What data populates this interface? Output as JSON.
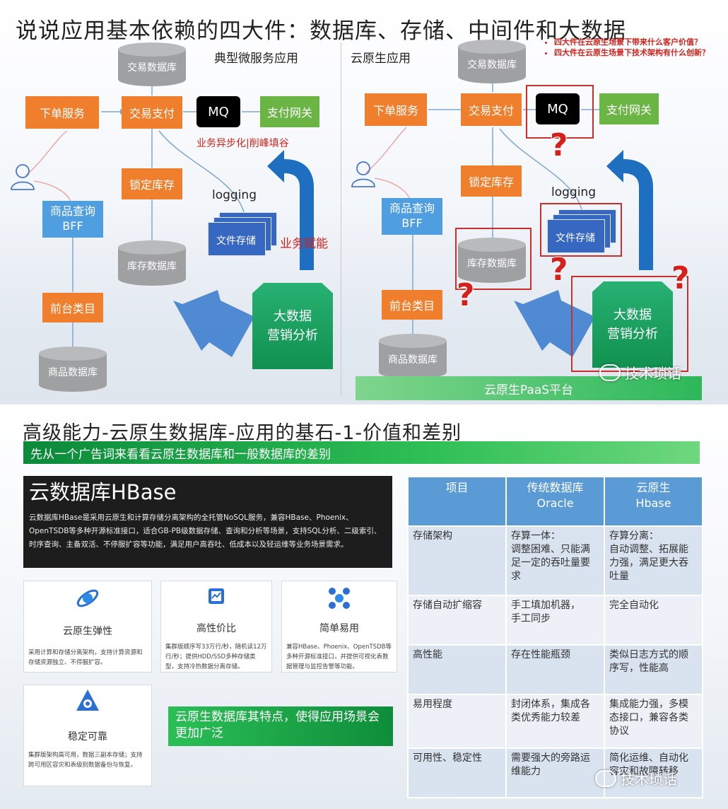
{
  "top": {
    "title": "说说应用基本依赖的四大件：数据库、存储、中间件和大数据",
    "left": {
      "subtitle": "典型微服务应用",
      "order_service": "下单服务",
      "trade_pay": "交易支付",
      "mq": "MQ",
      "pay_gateway": "支付网关",
      "trade_db": "交易数据库",
      "async_note": "业务异步化|削峰填谷",
      "lock_stock": "锁定库存",
      "product_bff": "商品查询\nBFF",
      "logging": "logging",
      "file_storage": "文件存储",
      "empower": "业务赋能",
      "stock_db": "库存数据库",
      "front_category": "前台类目",
      "product_db": "商品数据库",
      "bigdata": "大数据\n营销分析"
    },
    "right": {
      "subtitle": "云原生应用",
      "questions": [
        "四大件在云原生场景下带来什么客户价值？",
        "四大件在云原生场景下技术架构有什么创新？"
      ],
      "order_service": "下单服务",
      "trade_pay": "交易支付",
      "mq": "MQ",
      "pay_gateway": "支付网关",
      "trade_db": "交易数据库",
      "lock_stock": "锁定库存",
      "product_bff": "商品查询\nBFF",
      "logging": "logging",
      "file_storage": "文件存储",
      "stock_db": "库存数据库",
      "front_category": "前台类目",
      "product_db": "商品数据库",
      "bigdata": "大数据\n营销分析",
      "paas": "云原生PaaS平台",
      "qmark": "?"
    },
    "watermark": "技术琐话"
  },
  "bottom": {
    "title": "高级能力-云原生数据库-应用的基石-1-价值和差别",
    "banner": "先从一个广告词来看看云原生数据库和一般数据库的差别",
    "hbase": {
      "title": "云数据库HBase",
      "desc": "云数据库HBase是采用云原生和计算存储分离架构的全托管NoSQL服务，兼容HBase、Phoenix、OpenTSDB等多种开源标准接口，适合GB-PB级数据存储、查询和分析等场景，支持SQL分析、二级索引、时序查询、主备双活、不停服扩容等功能，满足用户高吞吐、低成本以及轻运维等业务场景需求。"
    },
    "cards": [
      {
        "icon": "elastic-icon",
        "title": "云原生弹性",
        "desc": "采用计算和存储分离架构，支持计算资源和存储资源独立、不停服扩容。"
      },
      {
        "icon": "chip-icon",
        "title": "高性价比",
        "desc": "集群版顺序写33万行/秒，随机读12万行/秒；提供HDD/SSD多种存储类型，支持冷热数据分离存储。"
      },
      {
        "icon": "network-icon",
        "title": "简单易用",
        "desc": "兼容HBase、Phoenix、OpenTSDB等多种开源标准接口，并提供可视化表数据管理与监控告警等功能。"
      },
      {
        "icon": "shield-icon",
        "title": "稳定可靠",
        "desc": "集群版架构高可用，数据三副本存储；支持跨可用区容灾和表级别数据备份与恢复。"
      }
    ],
    "note": "云原生数据库其特点，使得应用场景会更加广泛",
    "table": {
      "headers": [
        "项目",
        "传统数据库\nOracle",
        "云原生\nHbase"
      ],
      "rows": [
        [
          "存储架构",
          "存算一体：\n调整困难、只能满足一定的吞吐量要求",
          "存算分离：\n自动调整、拓展能力强，满足更大吞吐量"
        ],
        [
          "存储自动扩缩容",
          "手工填加机器，\n手工同步",
          "完全自动化"
        ],
        [
          "高性能",
          "存在性能瓶颈",
          "类似日志方式的顺序写，性能高"
        ],
        [
          "易用程度",
          "封闭体系，集成各类优秀能力较差",
          "集成能力强，多模态接口，兼容各类协议"
        ],
        [
          "可用性、稳定性",
          "需要强大的旁路运维能力",
          "简化运维、自动化容灾和故障转移"
        ]
      ]
    }
  }
}
